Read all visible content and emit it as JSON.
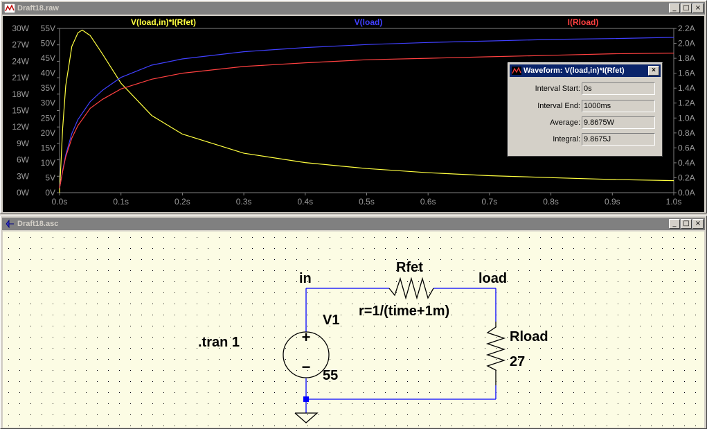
{
  "waveform_window": {
    "title": "Draft18.raw",
    "buttons": [
      "_",
      "□",
      "×"
    ]
  },
  "schematic_window": {
    "title": "Draft18.asc",
    "buttons": [
      "_",
      "□",
      "×"
    ]
  },
  "colors": {
    "plot_bg": "#000000",
    "power": "#ffff40",
    "voltage": "#4040ff",
    "current": "#ff4040",
    "axis_text": "#9a9a9a",
    "schematic_bg": "#fcfce4",
    "wire": "#0000ff"
  },
  "chart_data": {
    "type": "line",
    "x_ticks": [
      "0.0s",
      "0.1s",
      "0.2s",
      "0.3s",
      "0.4s",
      "0.5s",
      "0.6s",
      "0.7s",
      "0.8s",
      "0.9s",
      "1.0s"
    ],
    "y_left_power_ticks": [
      "0W",
      "3W",
      "6W",
      "9W",
      "12W",
      "15W",
      "18W",
      "21W",
      "24W",
      "27W",
      "30W"
    ],
    "y_left_voltage_ticks": [
      "0V",
      "5V",
      "10V",
      "15V",
      "20V",
      "25V",
      "30V",
      "35V",
      "40V",
      "45V",
      "50V",
      "55V"
    ],
    "y_right_current_ticks": [
      "0.0A",
      "0.2A",
      "0.4A",
      "0.6A",
      "0.8A",
      "1.0A",
      "1.2A",
      "1.4A",
      "1.6A",
      "1.8A",
      "2.0A",
      "2.2A"
    ],
    "xlim": [
      0,
      1
    ],
    "ylim_power": [
      0,
      30
    ],
    "ylim_voltage": [
      0,
      55
    ],
    "ylim_current": [
      0,
      2.2
    ],
    "series": [
      {
        "name": "V(load,in)*I(Rfet)",
        "axis": "power",
        "x": [
          0,
          0.005,
          0.01,
          0.02,
          0.03,
          0.037,
          0.05,
          0.07,
          0.1,
          0.15,
          0.2,
          0.3,
          0.4,
          0.5,
          0.6,
          0.7,
          0.8,
          0.9,
          1.0
        ],
        "values": [
          0,
          11.6,
          19.5,
          26.7,
          29.2,
          29.7,
          28.7,
          25.3,
          20.0,
          14.1,
          10.7,
          7.2,
          5.5,
          4.4,
          3.65,
          3.1,
          2.75,
          2.4,
          2.2
        ]
      },
      {
        "name": "V(load)",
        "axis": "voltage",
        "x": [
          0,
          0.005,
          0.01,
          0.02,
          0.03,
          0.05,
          0.07,
          0.1,
          0.15,
          0.2,
          0.3,
          0.4,
          0.5,
          0.6,
          0.7,
          0.8,
          0.9,
          1.0
        ],
        "values": [
          1.5,
          7.3,
          12.6,
          19.8,
          24.5,
          30.5,
          34.3,
          38.6,
          42.7,
          44.8,
          47.2,
          48.6,
          49.6,
          50.3,
          50.8,
          51.3,
          51.6,
          52.0
        ]
      },
      {
        "name": "I(Rload)",
        "axis": "current",
        "x": [
          0,
          0.005,
          0.01,
          0.02,
          0.03,
          0.05,
          0.07,
          0.1,
          0.15,
          0.2,
          0.3,
          0.4,
          0.5,
          0.6,
          0.7,
          0.8,
          0.9,
          1.0
        ],
        "values": [
          0.06,
          0.28,
          0.48,
          0.73,
          0.9,
          1.13,
          1.25,
          1.39,
          1.52,
          1.6,
          1.69,
          1.74,
          1.78,
          1.8,
          1.82,
          1.84,
          1.86,
          1.87
        ]
      }
    ]
  },
  "waveform_dialog": {
    "title": "Waveform: V(load,in)*I(Rfet)",
    "close": "×",
    "rows": [
      {
        "label": "Interval Start:",
        "value": "0s"
      },
      {
        "label": "Interval End:",
        "value": "1000ms"
      },
      {
        "label": "Average:",
        "value": "9.8675W"
      },
      {
        "label": "Integral:",
        "value": "9.8675J"
      }
    ]
  },
  "schematic": {
    "directive": ".tran 1",
    "net_in": "in",
    "net_load": "load",
    "rfet_name": "Rfet",
    "rfet_value": "r=1/(time+1m)",
    "source_name": "V1",
    "source_value": "55",
    "rload_name": "Rload",
    "rload_value": "27",
    "plus_sign": "+",
    "minus_sign": "−"
  }
}
